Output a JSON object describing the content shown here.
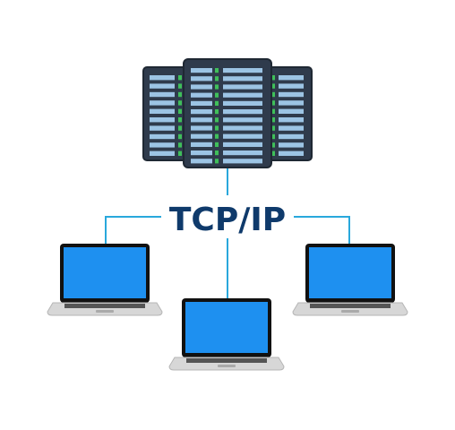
{
  "diagram": {
    "label": "TCP/IP",
    "colors": {
      "link": "#29a8dc",
      "label": "#0f3a6b",
      "server_body": "#2f3b4c",
      "server_edge": "#1f2833",
      "server_slot": "#9cc4e4",
      "server_led": "#3fbf5a",
      "screen": "#1e90f0",
      "laptop_frame": "#111111",
      "laptop_base": "#d7d7d7"
    },
    "nodes": [
      {
        "id": "server",
        "kind": "server-rack"
      },
      {
        "id": "laptop-left",
        "kind": "laptop"
      },
      {
        "id": "laptop-center",
        "kind": "laptop"
      },
      {
        "id": "laptop-right",
        "kind": "laptop"
      }
    ]
  }
}
